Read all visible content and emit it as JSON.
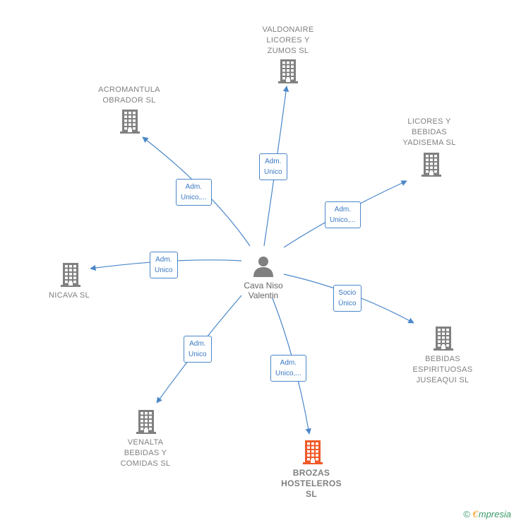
{
  "center": {
    "name": "Cava Niso\nValentin"
  },
  "companies": [
    {
      "id": "valdonaire",
      "name": "VALDONAIRE\nLICORES Y\nZUMOS  SL"
    },
    {
      "id": "acromantula",
      "name": "ACROMANTULA\nOBRADOR  SL"
    },
    {
      "id": "licores",
      "name": "LICORES Y\nBEBIDAS\nYADISEMA  SL"
    },
    {
      "id": "nicava",
      "name": "NICAVA SL"
    },
    {
      "id": "bebidas",
      "name": "BEBIDAS\nESPIRITUOSAS\nJUSEAQUI  SL"
    },
    {
      "id": "venalta",
      "name": "VENALTA\nBEBIDAS Y\nCOMIDAS  SL"
    },
    {
      "id": "brozas",
      "name": "BROZAS\nHOSTELEROS\nSL"
    }
  ],
  "edges": [
    {
      "target": "valdonaire",
      "label": "Adm.\nUnico"
    },
    {
      "target": "acromantula",
      "label": "Adm.\nUnico,..."
    },
    {
      "target": "licores",
      "label": "Adm.\nUnico,..."
    },
    {
      "target": "nicava",
      "label": "Adm.\nUnico"
    },
    {
      "target": "bebidas",
      "label": "Socio\nÚnico"
    },
    {
      "target": "venalta",
      "label": "Adm.\nUnico"
    },
    {
      "target": "brozas",
      "label": "Adm.\nUnico,..."
    }
  ],
  "colors": {
    "edge": "#4a87c9",
    "building": "#808080",
    "highlight": "#f05a28"
  },
  "footer": {
    "copyright": "©",
    "brand_initial": "€",
    "brand_rest": "mpresia"
  }
}
